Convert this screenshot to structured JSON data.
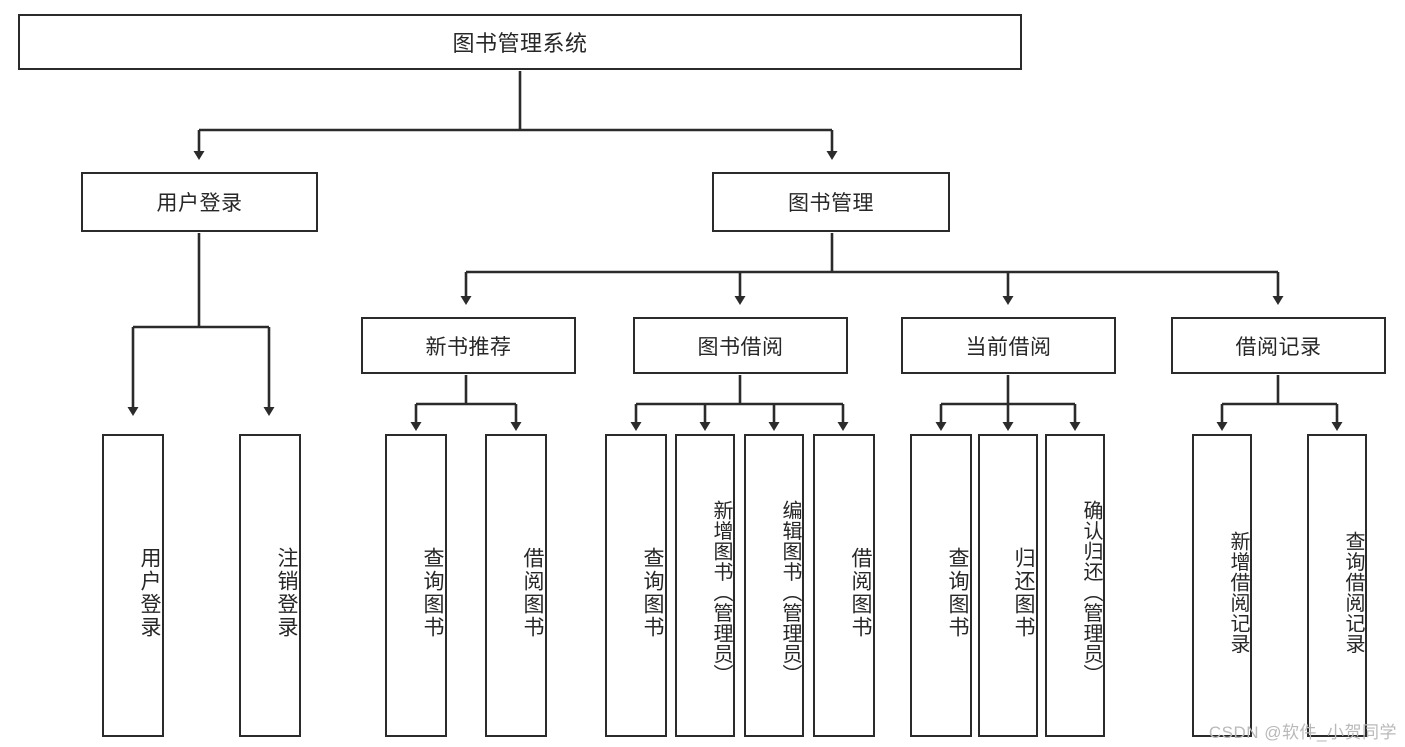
{
  "diagram": {
    "title": "图书管理系统",
    "type": "tree-hierarchy-diagram",
    "root": {
      "label": "图书管理系统"
    },
    "level2": [
      {
        "label": "用户登录"
      },
      {
        "label": "图书管理"
      }
    ],
    "level3": [
      {
        "label": "新书推荐"
      },
      {
        "label": "图书借阅"
      },
      {
        "label": "当前借阅"
      },
      {
        "label": "借阅记录"
      }
    ],
    "leaves": {
      "user_login": [
        {
          "label": "用户登录"
        },
        {
          "label": "注销登录"
        }
      ],
      "new_book_recommend": [
        {
          "label": "查询图书"
        },
        {
          "label": "借阅图书"
        }
      ],
      "book_borrow": [
        {
          "label": "查询图书"
        },
        {
          "label": "新增图书（管理员）"
        },
        {
          "label": "编辑图书（管理员）"
        },
        {
          "label": "借阅图书"
        }
      ],
      "current_borrow": [
        {
          "label": "查询图书"
        },
        {
          "label": "归还图书"
        },
        {
          "label": "确认归还（管理员）"
        }
      ],
      "borrow_record": [
        {
          "label": "新增借阅记录"
        },
        {
          "label": "查询借阅记录"
        }
      ]
    },
    "watermark": "CSDN @软件_小贺同学",
    "colors": {
      "stroke": "#2b2b2b",
      "text": "#272727",
      "background": "#ffffff",
      "watermark": "#b9b9b9"
    }
  }
}
